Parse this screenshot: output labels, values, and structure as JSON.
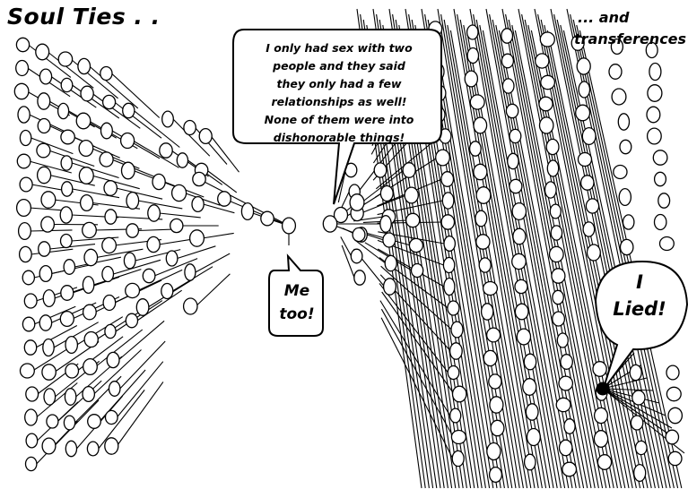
{
  "titles": {
    "left": "Soul Ties . .",
    "right_line1": "... and",
    "right_line2": "transferences"
  },
  "bubbles": {
    "main": [
      "I only had sex with two",
      "people and they said",
      "they only had a few",
      "relationships as well!",
      "None of them were into",
      "dishonorable things!"
    ],
    "me_too": [
      "Me",
      "too!"
    ],
    "lied": [
      "I",
      "Lied!"
    ]
  },
  "colors": {
    "ink": "#000000",
    "paper": "#ffffff"
  }
}
